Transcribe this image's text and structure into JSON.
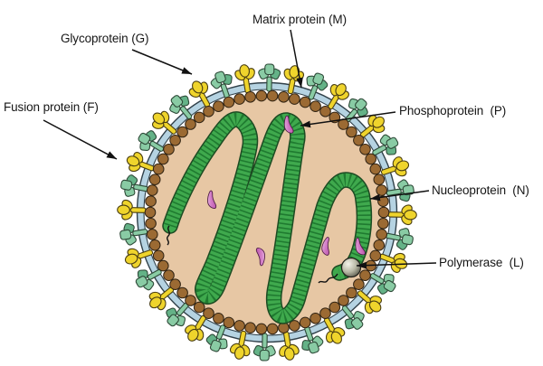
{
  "figure": {
    "type": "virus-structure-diagram",
    "background": "#ffffff"
  },
  "labels": {
    "glycoprotein": {
      "text": "Glycoprotein (G)"
    },
    "matrix": {
      "text": "Matrix protein (M)"
    },
    "fusion": {
      "text": "Fusion protein (F)"
    },
    "phosphoprotein": {
      "text": "Phosphoprotein  (P)"
    },
    "nucleoprotein": {
      "text": "Nucleoprotein  (N)"
    },
    "polymerase": {
      "text": "Polymerase  (L)"
    }
  },
  "colors": {
    "envelope_blue": "#b5d3e2",
    "envelope_outline": "#31414a",
    "inner_gap_white": "#ffffff",
    "interior_tan": "#e7c7a4",
    "matrix_bead_fill": "#9b6a33",
    "matrix_bead_outline": "#2f2212",
    "nucleocapsid_green": "#3fa94d",
    "nucleocapsid_rib": "#1f7a30",
    "nucleocapsid_outline": "#1c4a22",
    "fusion_yellow": "#efd42c",
    "fusion_outline": "#4a3e12",
    "glyco_teal": "#89cba4",
    "glyco_teal_dark": "#64b287",
    "glyco_outline": "#2e4a38",
    "phospho_pink_light": "#f6eaf4",
    "phospho_pink": "#d47fc8",
    "phospho_pink_dark": "#aa3a99",
    "phospho_outline": "#4d1b44",
    "polymerase_light": "#f4f4ea",
    "polymerase_mid": "#b9b9a6",
    "polymerase_dark": "#5c5c4e",
    "polymerase_outline": "#1e1e18",
    "rna_black": "#111111",
    "arrow_black": "#111111",
    "text_color": "#161616"
  },
  "structure": {
    "spike_count": 36,
    "spike_types": [
      "fusion-f",
      "glycoprotein-g"
    ],
    "matrix_bead_count": 66,
    "phosphoprotein_count": 5,
    "rna_end_count": 2,
    "polymerase_count": 1
  }
}
